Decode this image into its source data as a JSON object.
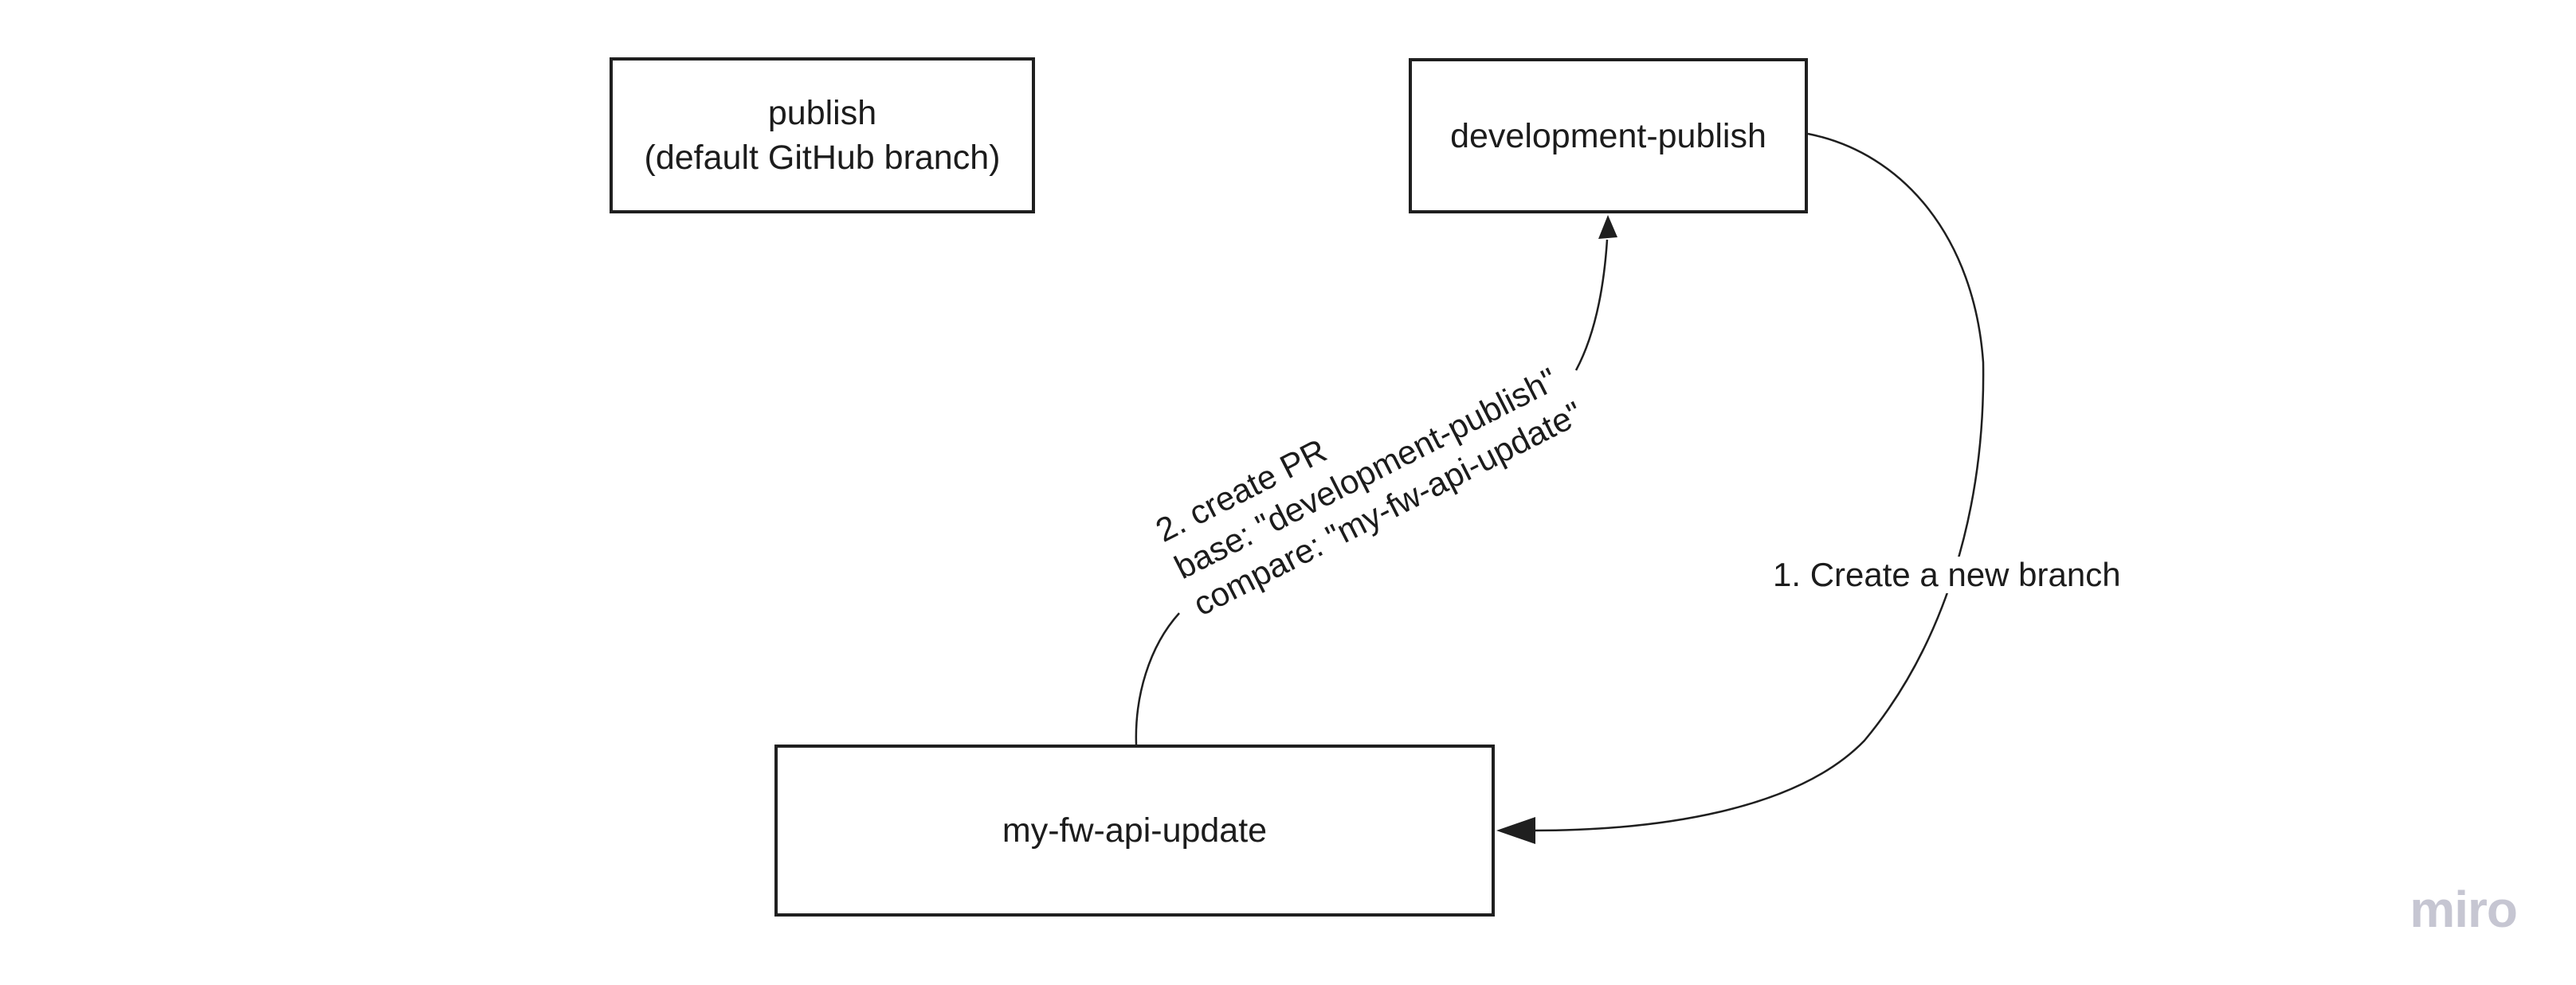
{
  "board": {
    "background": "#ffffff",
    "stroke_color": "#1f1f1f",
    "text_color": "#1c1c1c"
  },
  "nodes": {
    "publish": {
      "lines": [
        "publish",
        "(default GitHub branch)"
      ]
    },
    "development_publish": {
      "label": "development-publish"
    },
    "my_fw_api_update": {
      "label": "my-fw-api-update"
    }
  },
  "connectors": {
    "create_branch": {
      "label": "1. Create a new branch",
      "from": "development-publish",
      "to": "my-fw-api-update"
    },
    "create_pr": {
      "lines": [
        "2. create PR",
        "base: \"development-publish\"",
        "compare: \"my-fw-api-update\""
      ],
      "from": "my-fw-api-update",
      "to": "development-publish"
    }
  },
  "watermark": {
    "text": "miro",
    "color": "#c6c6d2"
  }
}
